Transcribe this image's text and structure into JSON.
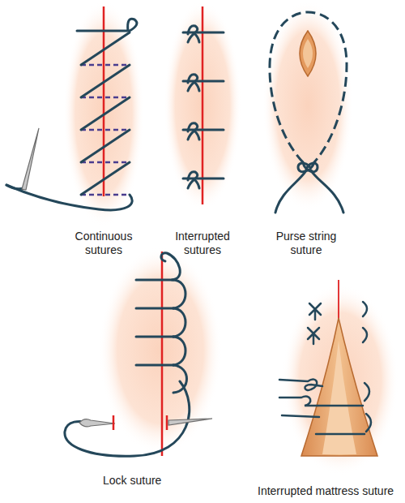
{
  "diagram": {
    "labels": [
      "Continuous sutures",
      "Interrupted sutures",
      "Purse string suture",
      "Lock suture",
      "Interrupted mattress suture"
    ]
  }
}
